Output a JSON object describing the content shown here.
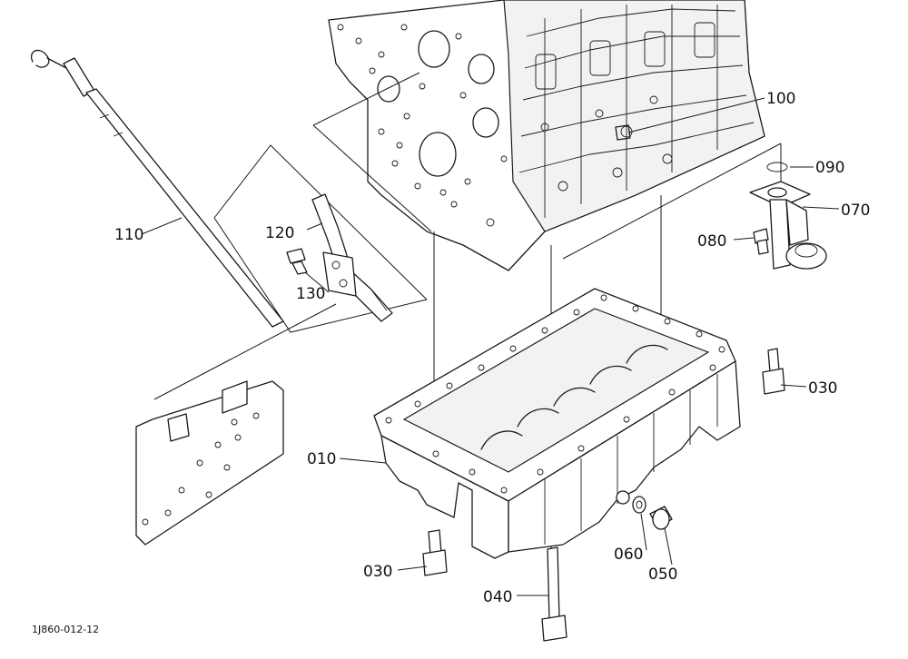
{
  "diagram": {
    "footer_code": "1J860-012-12",
    "callouts": {
      "p010": "010",
      "p030a": "030",
      "p030b": "030",
      "p040": "040",
      "p050": "050",
      "p060": "060",
      "p070": "070",
      "p080": "080",
      "p090": "090",
      "p100": "100",
      "p110": "110",
      "p120": "120",
      "p130": "130"
    }
  }
}
